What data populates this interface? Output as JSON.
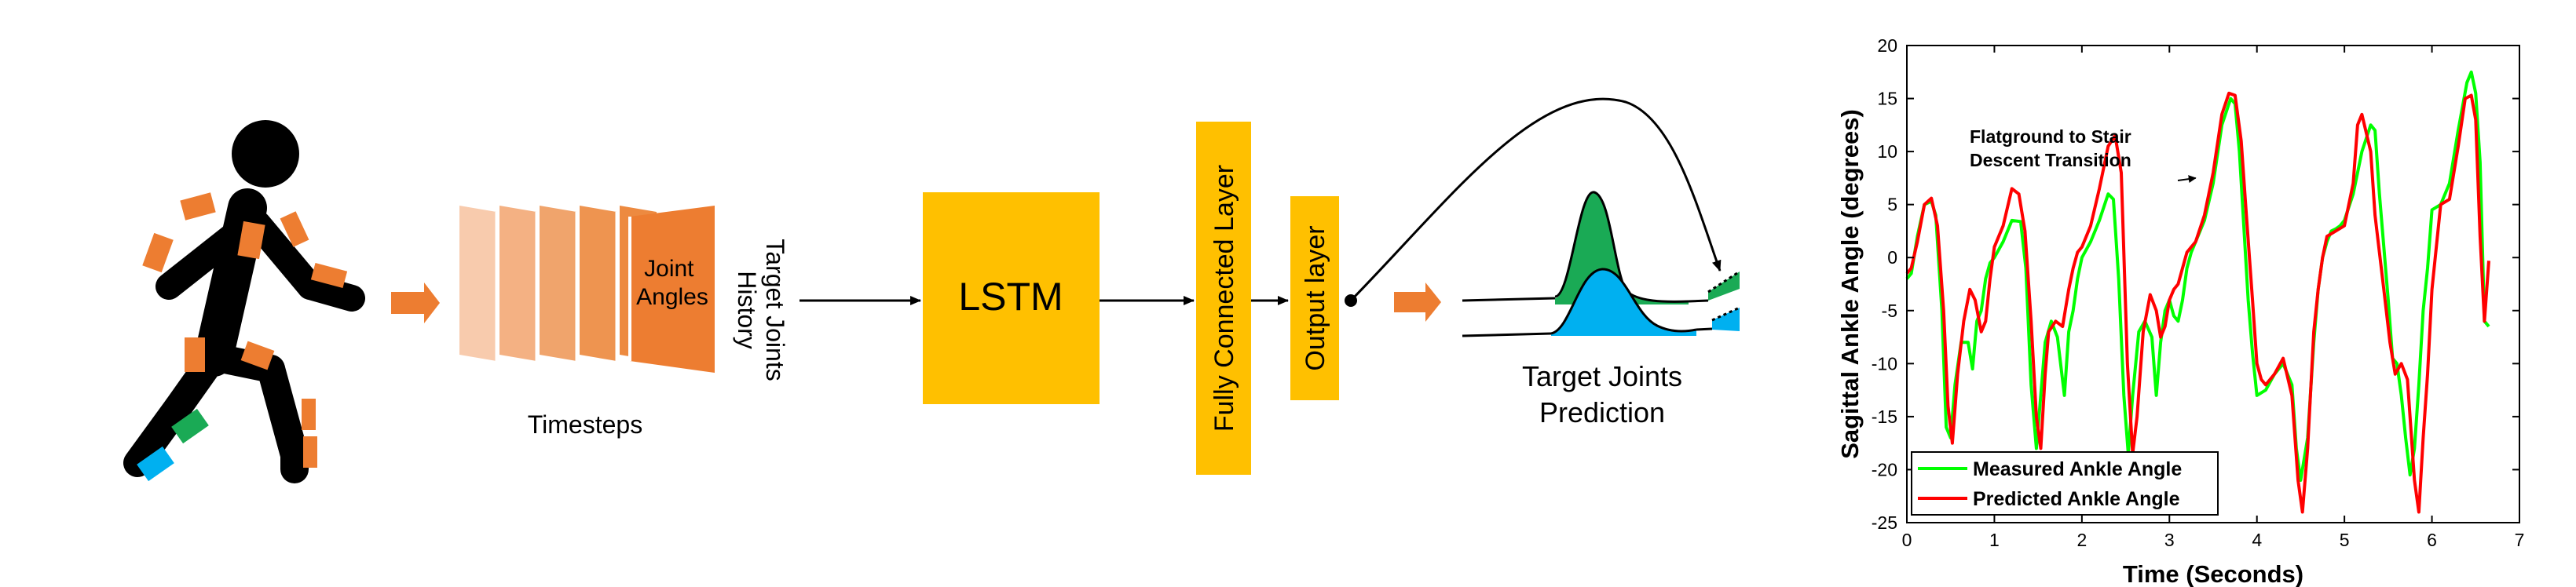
{
  "diagram": {
    "stack_label": "Joint\nAngles",
    "history_label_line1": "Target Joints",
    "history_label_line2": "History",
    "timesteps_label": "Timesteps",
    "lstm_label": "LSTM",
    "fc_label": "Fully Connected Layer",
    "output_label": "Output layer",
    "prediction_line1": "Target Joints",
    "prediction_line2": "Prediction",
    "colors": {
      "orange": "#ED7D31",
      "gold": "#FFC000",
      "green": "#1AAA55",
      "blue": "#00B0F0",
      "figure": "#000000"
    }
  },
  "chart_data": {
    "type": "line",
    "xlabel": "Time (Seconds)",
    "ylabel": "Sagittal Ankle Angle (degrees)",
    "xlim": [
      0,
      7
    ],
    "ylim": [
      -25,
      20
    ],
    "xticks": [
      0,
      1,
      2,
      3,
      4,
      5,
      6,
      7
    ],
    "yticks": [
      -25,
      -20,
      -15,
      -10,
      -5,
      0,
      5,
      10,
      15,
      20
    ],
    "grid": false,
    "legend_position": "bottom-left",
    "annotation": {
      "text_line1": "Flatground to Stair",
      "text_line2": "Descent Transition",
      "target": [
        3.3,
        7.5
      ]
    },
    "series": [
      {
        "name": "Measured Ankle Angle",
        "color": "#00FF00",
        "x": [
          0,
          0.05,
          0.12,
          0.2,
          0.28,
          0.33,
          0.4,
          0.45,
          0.5,
          0.55,
          0.62,
          0.7,
          0.75,
          0.8,
          0.85,
          0.9,
          0.95,
          1.0,
          1.1,
          1.2,
          1.3,
          1.36,
          1.42,
          1.48,
          1.53,
          1.58,
          1.65,
          1.72,
          1.8,
          1.85,
          1.9,
          1.95,
          2.0,
          2.1,
          2.2,
          2.3,
          2.36,
          2.42,
          2.48,
          2.53,
          2.58,
          2.65,
          2.72,
          2.8,
          2.85,
          2.9,
          2.95,
          3.0,
          3.05,
          3.1,
          3.15,
          3.2,
          3.25,
          3.3,
          3.4,
          3.5,
          3.6,
          3.7,
          3.75,
          3.8,
          3.85,
          3.9,
          3.95,
          4.0,
          4.1,
          4.2,
          4.3,
          4.4,
          4.45,
          4.5,
          4.58,
          4.65,
          4.7,
          4.75,
          4.8,
          4.85,
          4.9,
          4.95,
          5.0,
          5.1,
          5.2,
          5.3,
          5.35,
          5.4,
          5.45,
          5.5,
          5.55,
          5.6,
          5.65,
          5.7,
          5.75,
          5.8,
          5.85,
          5.9,
          5.95,
          6.0,
          6.1,
          6.2,
          6.3,
          6.4,
          6.45,
          6.5,
          6.55,
          6.6,
          6.65
        ],
        "y": [
          -2,
          -1.5,
          2,
          5,
          5.3,
          4,
          -5,
          -16,
          -17,
          -12,
          -8,
          -8,
          -10.5,
          -6,
          -5,
          -2,
          -0.5,
          0,
          1.5,
          3.5,
          3.4,
          -1,
          -12,
          -18,
          -13,
          -8,
          -6,
          -7.5,
          -13,
          -7,
          -5,
          -2,
          0,
          1.5,
          3.5,
          6,
          5.5,
          -2,
          -13,
          -18.5,
          -13,
          -7,
          -6,
          -7.5,
          -13,
          -8,
          -5,
          -4,
          -5.5,
          -6,
          -4,
          -1,
          0.5,
          1.5,
          3.5,
          7,
          12.5,
          15,
          14.5,
          10,
          3,
          -4,
          -9,
          -13,
          -12.5,
          -11,
          -10,
          -12,
          -18,
          -21,
          -17,
          -8,
          -3,
          0,
          1.5,
          2.5,
          2.7,
          3,
          3.5,
          6,
          10,
          12.5,
          12,
          6,
          1,
          -4,
          -9.5,
          -10,
          -13,
          -17,
          -20.5,
          -18,
          -12,
          -5,
          -1,
          4.5,
          5,
          7,
          12,
          16.5,
          17.5,
          15.5,
          9,
          -6,
          -6.5
        ]
      },
      {
        "name": "Predicted Ankle Angle",
        "color": "#FF0000",
        "x": [
          0,
          0.05,
          0.12,
          0.2,
          0.28,
          0.35,
          0.42,
          0.47,
          0.52,
          0.58,
          0.65,
          0.72,
          0.78,
          0.85,
          0.9,
          0.95,
          1.0,
          1.1,
          1.2,
          1.28,
          1.35,
          1.42,
          1.48,
          1.53,
          1.58,
          1.62,
          1.7,
          1.78,
          1.85,
          1.9,
          1.95,
          2.0,
          2.1,
          2.2,
          2.3,
          2.38,
          2.45,
          2.52,
          2.58,
          2.63,
          2.7,
          2.78,
          2.85,
          2.9,
          2.95,
          3.0,
          3.05,
          3.1,
          3.15,
          3.2,
          3.25,
          3.3,
          3.4,
          3.5,
          3.6,
          3.68,
          3.75,
          3.82,
          3.88,
          3.95,
          4.0,
          4.05,
          4.1,
          4.2,
          4.3,
          4.4,
          4.47,
          4.52,
          4.58,
          4.65,
          4.7,
          4.75,
          4.8,
          4.9,
          5.0,
          5.1,
          5.15,
          5.2,
          5.3,
          5.35,
          5.4,
          5.45,
          5.52,
          5.58,
          5.65,
          5.72,
          5.8,
          5.85,
          5.9,
          5.95,
          6.0,
          6.1,
          6.2,
          6.3,
          6.38,
          6.45,
          6.5,
          6.55,
          6.6,
          6.65
        ],
        "y": [
          -1.5,
          -1,
          1.5,
          5,
          5.6,
          3,
          -5,
          -14,
          -17.5,
          -11,
          -6,
          -3,
          -4,
          -7,
          -6,
          -2,
          1,
          3,
          6.5,
          6,
          2.5,
          -6,
          -15,
          -18,
          -11,
          -7,
          -6,
          -6.5,
          -3,
          -1,
          0.5,
          1,
          3,
          6.5,
          10.5,
          11.5,
          8,
          -10,
          -18.5,
          -15,
          -7,
          -3.5,
          -5,
          -7.5,
          -6.5,
          -4,
          -3,
          -2.5,
          -1,
          0.5,
          1,
          1.5,
          4,
          8,
          13.5,
          15.5,
          15.3,
          11,
          4,
          -4,
          -10,
          -11.5,
          -12,
          -11,
          -9.5,
          -13,
          -21,
          -24,
          -18,
          -7,
          -3,
          0,
          2,
          2.5,
          3,
          7,
          12.5,
          13.5,
          10,
          4,
          0.5,
          -3,
          -8,
          -11,
          -10,
          -11.5,
          -21,
          -24,
          -17,
          -11,
          -3,
          5,
          5.5,
          10.5,
          15,
          15.3,
          13,
          2,
          -6,
          -0.3
        ]
      }
    ]
  }
}
